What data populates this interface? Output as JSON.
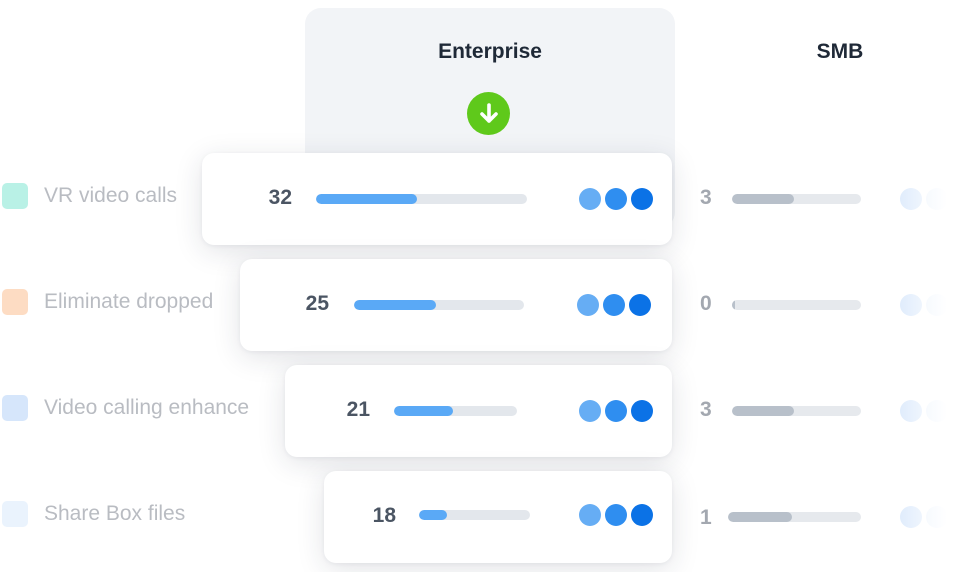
{
  "columns": {
    "enterprise": "Enterprise",
    "smb": "SMB"
  },
  "sort_icon": "arrow-down-icon",
  "colors": {
    "accent_green": "#5fc91b",
    "bar_blue": "#5aa9f6",
    "bar_gray": "#b8c0ca"
  },
  "rows": [
    {
      "feature": "VR video calls",
      "swatch": "#b9f1e6",
      "enterprise_value": "32",
      "enterprise_fill": 0.48,
      "smb_value": "3",
      "smb_fill": 0.48
    },
    {
      "feature": "Eliminate dropped",
      "swatch": "#fddcc3",
      "enterprise_value": "25",
      "enterprise_fill": 0.48,
      "smb_value": "0",
      "smb_fill": 0.02
    },
    {
      "feature": "Video calling enhance",
      "swatch": "#d6e6fb",
      "enterprise_value": "21",
      "enterprise_fill": 0.48,
      "smb_value": "3",
      "smb_fill": 0.48
    },
    {
      "feature": "Share Box files",
      "swatch": "#eaf3fd",
      "enterprise_value": "18",
      "enterprise_fill": 0.25,
      "smb_value": "1",
      "smb_fill": 0.48
    }
  ]
}
